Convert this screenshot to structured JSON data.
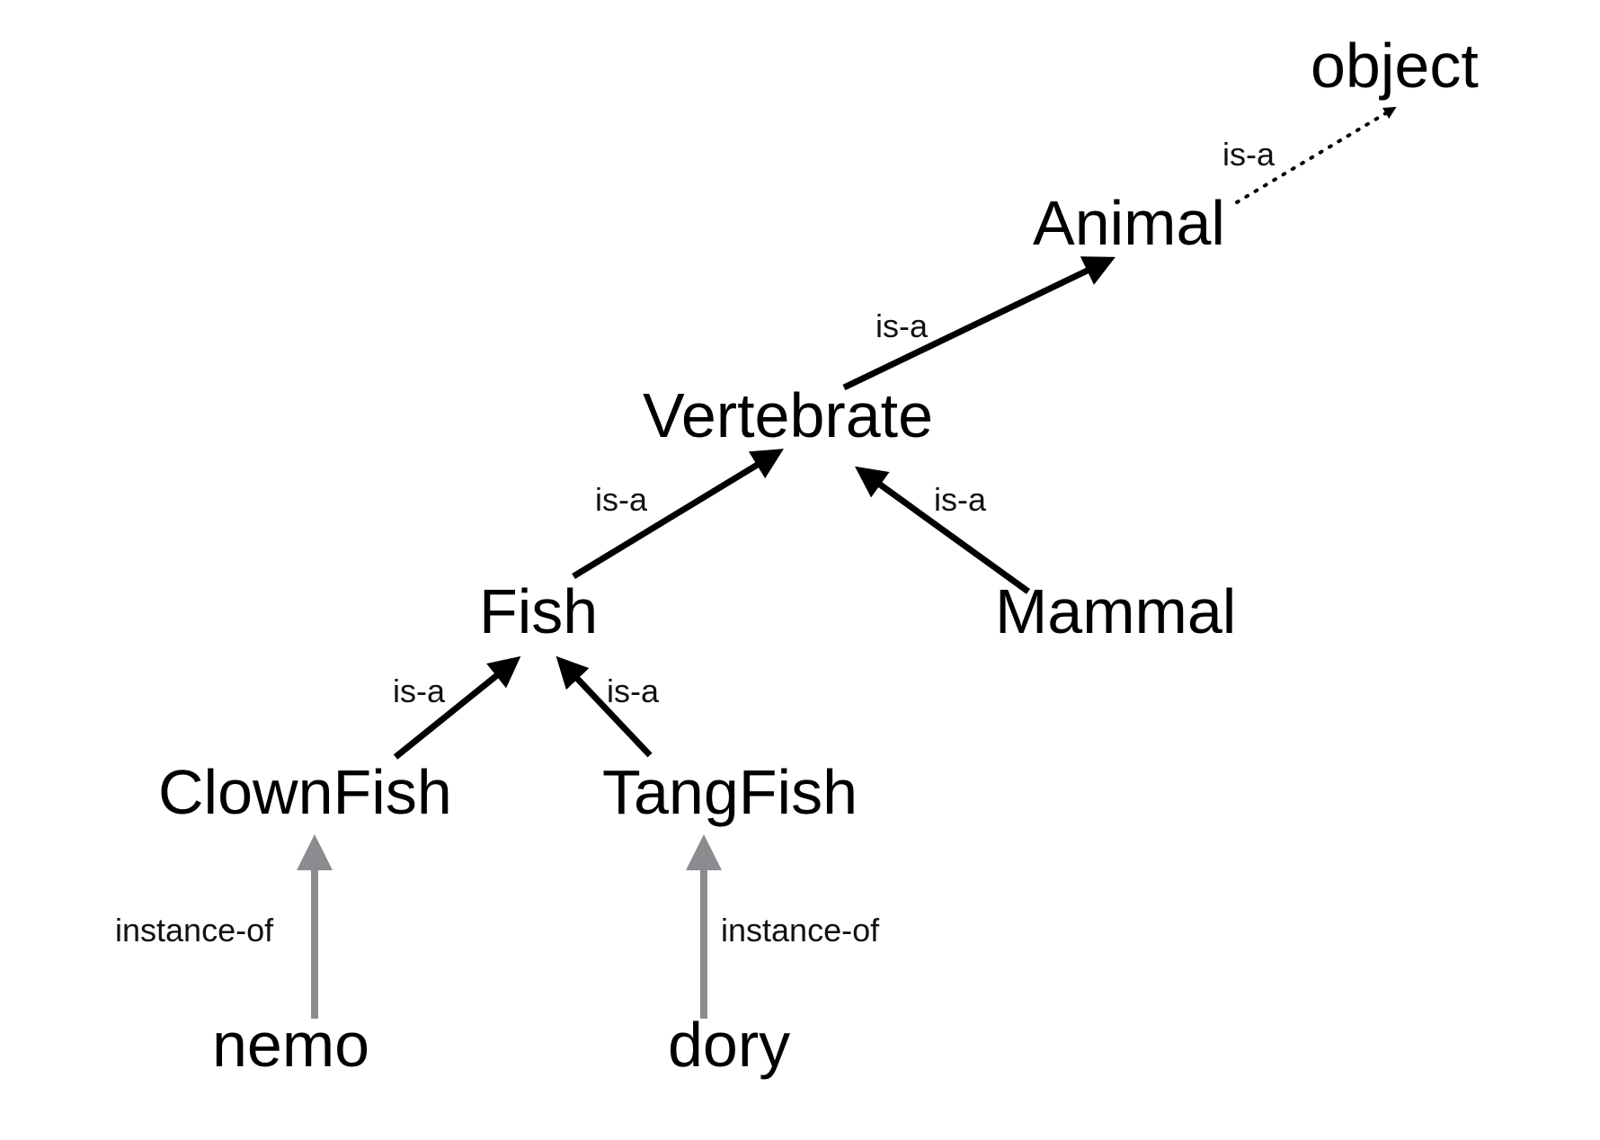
{
  "nodes": {
    "object": "object",
    "animal": "Animal",
    "vertebrate": "Vertebrate",
    "fish": "Fish",
    "mammal": "Mammal",
    "clownfish": "ClownFish",
    "tangfish": "TangFish",
    "nemo": "nemo",
    "dory": "dory"
  },
  "edges": {
    "animal_object": "is-a",
    "vertebrate_animal": "is-a",
    "fish_vertebrate": "is-a",
    "mammal_vertebrate": "is-a",
    "clownfish_fish": "is-a",
    "tangfish_fish": "is-a",
    "nemo_clownfish": "instance-of",
    "dory_tangfish": "instance-of"
  },
  "colors": {
    "isa": "#000000",
    "instance": "#8a8c90"
  }
}
